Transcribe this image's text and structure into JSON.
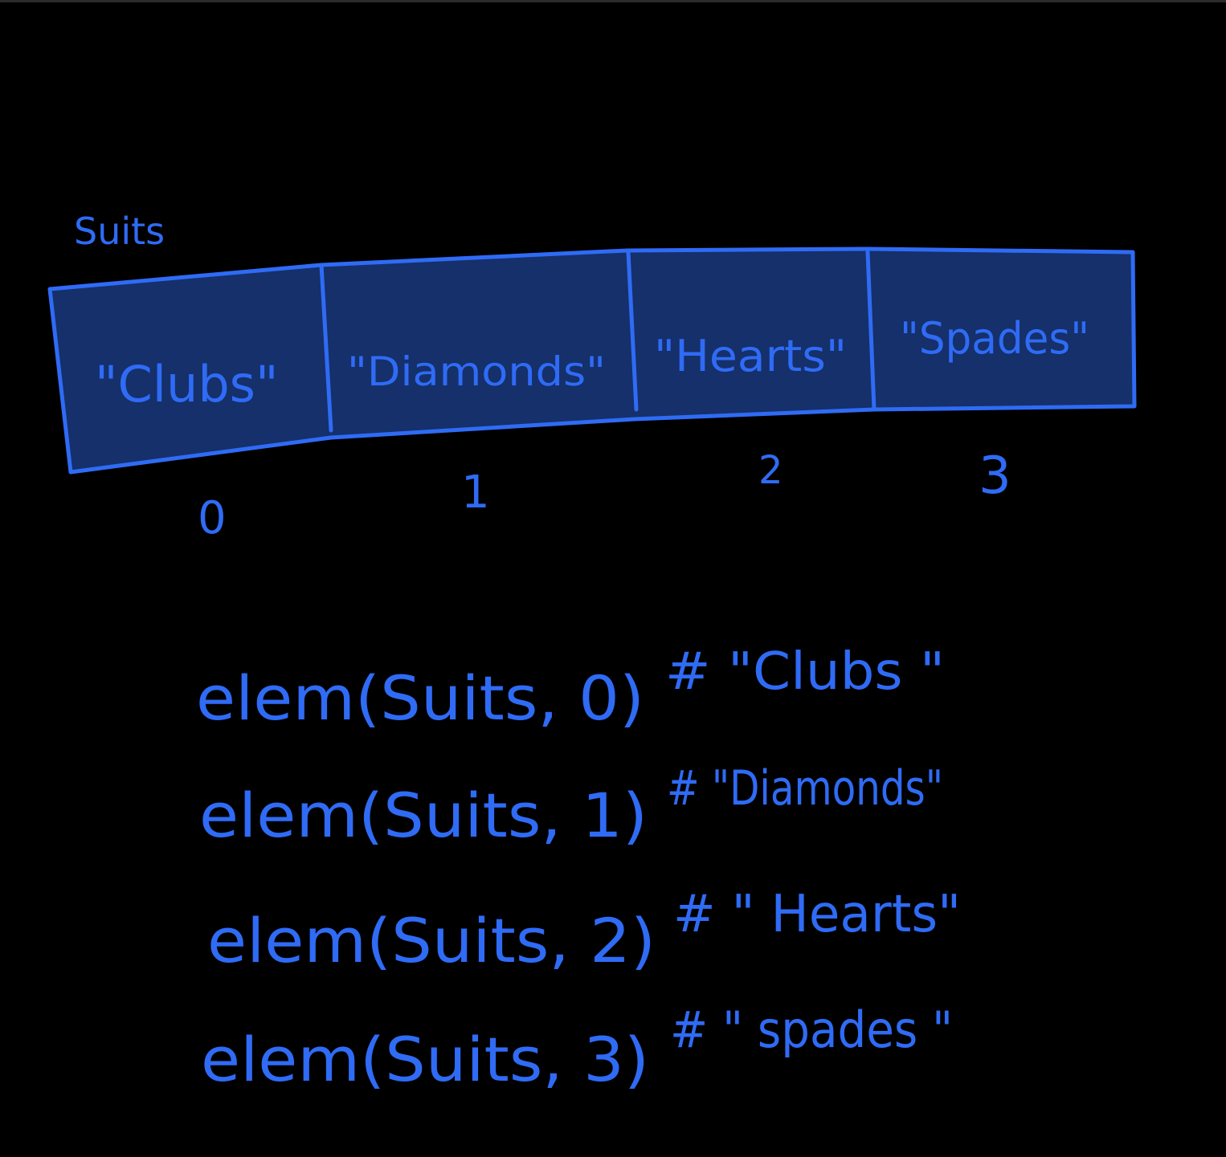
{
  "colors": {
    "background": "#000000",
    "ink": "#2f6bf5",
    "cell_fill": "#15306a"
  },
  "array": {
    "name": "Suits",
    "cells": [
      "\"Clubs\"",
      "\"Diamonds\"",
      "\"Hearts\"",
      "\"Spades\""
    ],
    "indices": [
      "0",
      "1",
      "2",
      "3"
    ]
  },
  "calls": [
    {
      "code": "elem(Suits, 0)",
      "comment": "# \"Clubs \""
    },
    {
      "code": "elem(Suits, 1)",
      "comment": "# \"Diamonds\""
    },
    {
      "code": "elem(Suits, 2)",
      "comment": "# \" Hearts\""
    },
    {
      "code": "elem(Suits, 3)",
      "comment": "# \" spades \""
    }
  ]
}
